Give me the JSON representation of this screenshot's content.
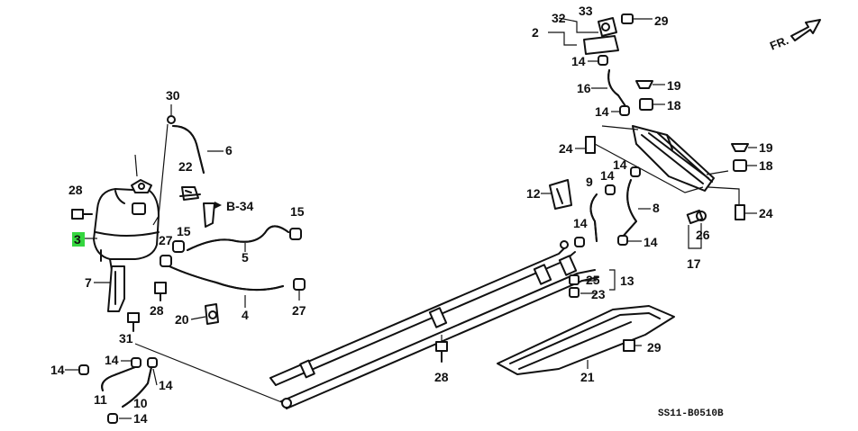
{
  "callouts": {
    "c1": "30",
    "c2": "6",
    "c3": "22",
    "c4": "28",
    "c5": "3",
    "c6": "7",
    "c7": "28",
    "c8": "15",
    "c9": "27",
    "c10": "5",
    "c11": "15",
    "c12": "B-34",
    "c13": "4",
    "c14": "27",
    "c15": "20",
    "c16": "31",
    "c17": "14",
    "c18": "14",
    "c19": "14",
    "c20": "11",
    "c21": "10",
    "c22": "14",
    "c23": "2",
    "c24": "32",
    "c25": "33",
    "c26": "29",
    "c27": "14",
    "c28": "16",
    "c29": "19",
    "c30": "14",
    "c31": "18",
    "c32": "24",
    "c33": "12",
    "c34": "9",
    "c35": "14",
    "c36": "14",
    "c37": "8",
    "c38": "14",
    "c39": "14",
    "c40": "19",
    "c41": "18",
    "c42": "24",
    "c43": "26",
    "c44": "17",
    "c45": "13",
    "c46": "25",
    "c47": "23",
    "c48": "28",
    "c49": "21",
    "c50": "29"
  },
  "direction_label": "FR.",
  "drawing_code": "SS11-B0510B",
  "highlight_color": "#35d63f",
  "line_color": "#111111"
}
